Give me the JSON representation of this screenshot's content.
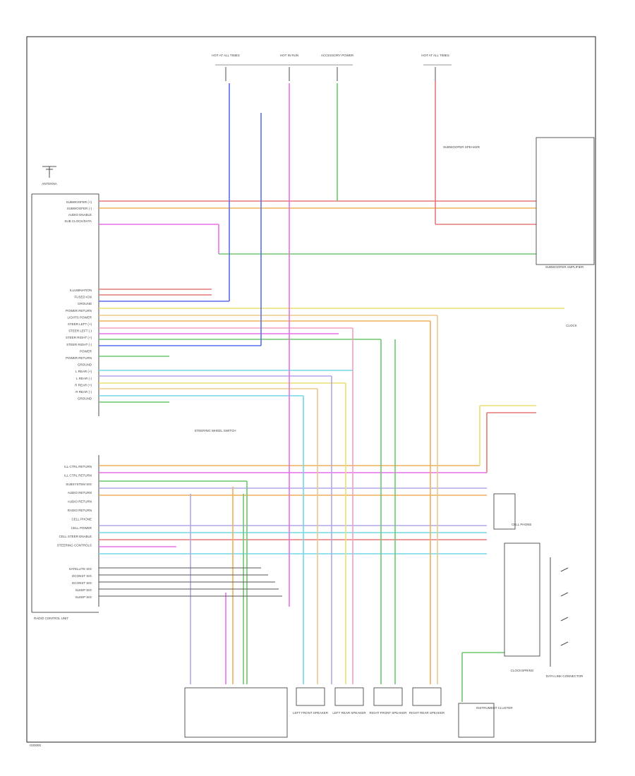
{
  "module": {
    "pins_top": [
      "SUBWOOFER (+)",
      "SUBWOOFER (-)",
      "AUDIO ENABLE",
      "SUB CLOCK/DATA"
    ],
    "pins_mid": [
      "ILLUMINATION",
      "FUSED IGN",
      "GROUND",
      "POWER RETURN",
      "LIGHTS POWER",
      "STEER LEFT (+)",
      "STEER LEFT (-)",
      "STEER RIGHT (+)",
      "STEER RIGHT (-)",
      "POWER",
      "POWER RETURN",
      "GROUND",
      "L REAR (+)",
      "L REAR (-)",
      "R REAR (+)",
      "R REAR (-)",
      "GROUND"
    ],
    "pins_low": [
      "ILL CTRL RETURN",
      "ILL CTRL RETURN",
      "SUBSYSTEM SIG",
      "AUDIO RETURN",
      "AUDIO RETURN",
      "RADIO RETURN",
      "CELL PHONE",
      "CELL POWER",
      "CELL STEER ENABLE",
      "STEERING CONTROLS"
    ],
    "pins_bottom": [
      "SATELLITE SIG",
      "DCONST SIG",
      "DCONST SIG",
      "SLEEP SIG",
      "SLEEP SIG"
    ],
    "label": [
      "RADIO CONTROL UNIT"
    ]
  },
  "fuses": [
    {
      "label": "HOT AT ALL TIMES"
    },
    {
      "label": "HOT IN RUN"
    },
    {
      "label": "ACCESSORY POWER"
    },
    {
      "label": "HOT AT ALL TIMES"
    }
  ],
  "components": {
    "sub_amp": "SUBWOOFER AMPLIFIER",
    "sub_speaker": "SUBWOOFER SPEAKER",
    "clock": "CLOCK",
    "steering_switch": "STEERING WHEEL SWITCH",
    "cell_phone": "CELL PHONE",
    "antenna": "ANTENNA",
    "speakers": [
      "LEFT FRONT SPEAKER",
      "LEFT REAR SPEAKER",
      "RIGHT FRONT SPEAKER",
      "RIGHT REAR SPEAKER"
    ],
    "clockspring": "CLOCKSPRING",
    "instrument_panel": "INSTRUMENT CLUSTER",
    "data_link": "DATA LINK CONNECTOR"
  },
  "colors": {
    "red": "#e87878",
    "orange": "#f0b05a",
    "magenta": "#e870e8",
    "green": "#6cc86c",
    "blue": "#5a6ef0",
    "yellow": "#e8e070",
    "cyan": "#70d8e8",
    "pink": "#f0a0c0",
    "tan": "#e8c88a",
    "lilac": "#b0a8e8"
  },
  "footer_code": "G00000"
}
